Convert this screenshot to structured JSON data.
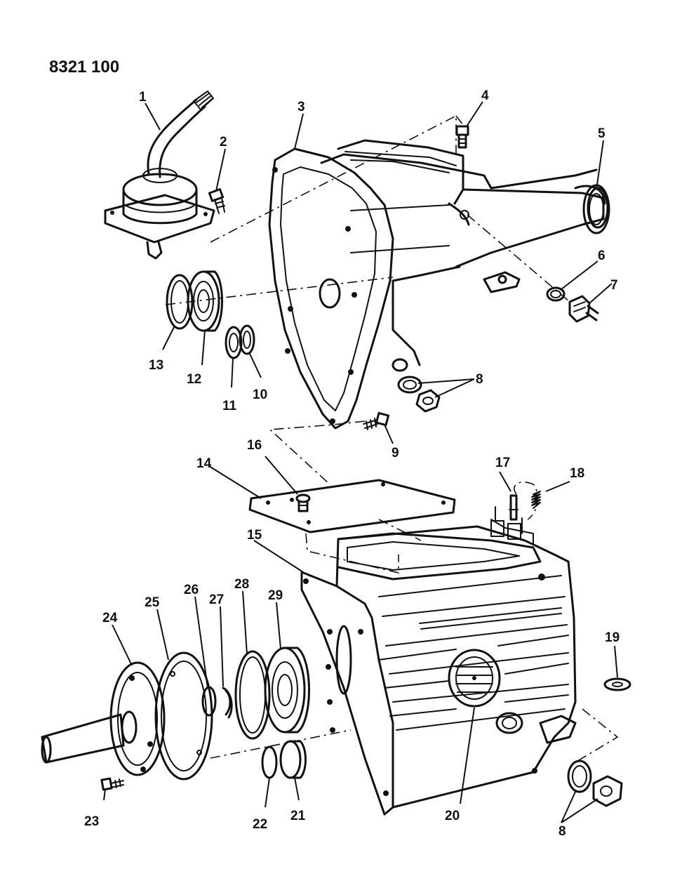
{
  "drawing_number": "8321 100",
  "callouts": [
    {
      "id": "1",
      "text": "1"
    },
    {
      "id": "2",
      "text": "2"
    },
    {
      "id": "3",
      "text": "3"
    },
    {
      "id": "4",
      "text": "4"
    },
    {
      "id": "5",
      "text": "5"
    },
    {
      "id": "6",
      "text": "6"
    },
    {
      "id": "7",
      "text": "7"
    },
    {
      "id": "8a",
      "text": "8"
    },
    {
      "id": "9",
      "text": "9"
    },
    {
      "id": "10",
      "text": "10"
    },
    {
      "id": "11",
      "text": "11"
    },
    {
      "id": "12",
      "text": "12"
    },
    {
      "id": "13",
      "text": "13"
    },
    {
      "id": "14",
      "text": "14"
    },
    {
      "id": "15",
      "text": "15"
    },
    {
      "id": "16",
      "text": "16"
    },
    {
      "id": "17",
      "text": "17"
    },
    {
      "id": "18",
      "text": "18"
    },
    {
      "id": "19",
      "text": "19"
    },
    {
      "id": "20",
      "text": "20"
    },
    {
      "id": "21",
      "text": "21"
    },
    {
      "id": "22",
      "text": "22"
    },
    {
      "id": "23",
      "text": "23"
    },
    {
      "id": "24",
      "text": "24"
    },
    {
      "id": "25",
      "text": "25"
    },
    {
      "id": "26",
      "text": "26"
    },
    {
      "id": "27",
      "text": "27"
    },
    {
      "id": "28",
      "text": "28"
    },
    {
      "id": "29",
      "text": "29"
    },
    {
      "id": "8b",
      "text": "8"
    }
  ]
}
